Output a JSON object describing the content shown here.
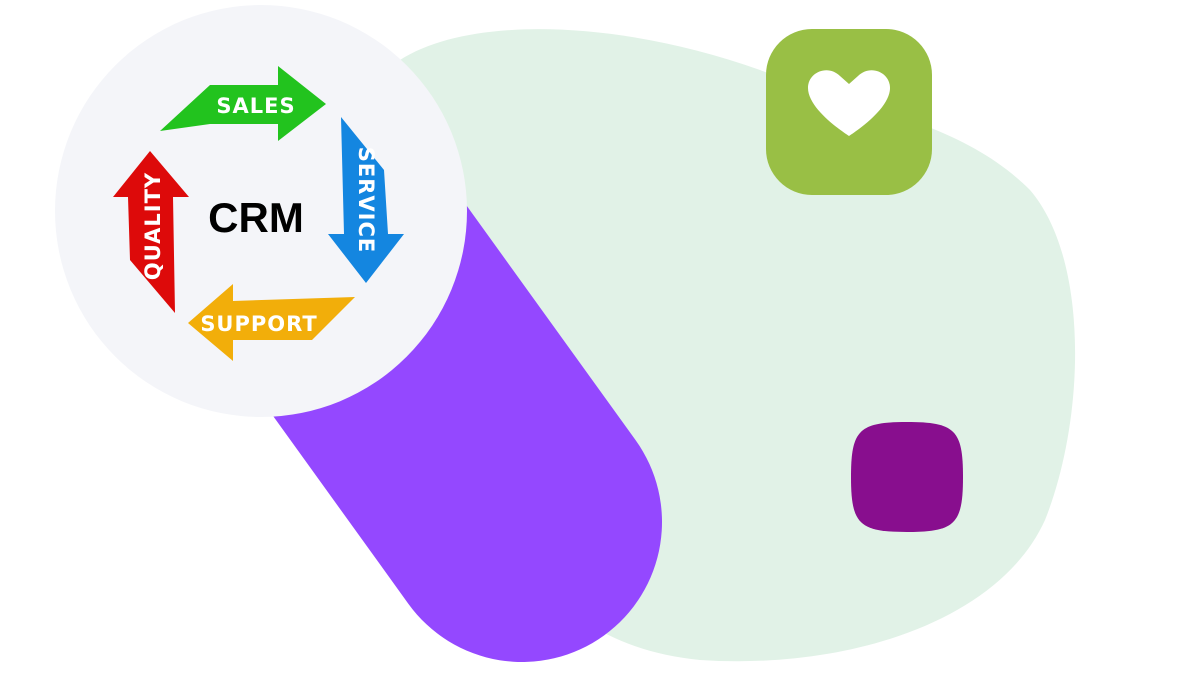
{
  "diagram": {
    "center_label": "CRM",
    "steps": [
      {
        "label": "SALES",
        "color": "#22C31E"
      },
      {
        "label": "SERVICE",
        "color": "#1486E0"
      },
      {
        "label": "SUPPORT",
        "color": "#F2AE0A"
      },
      {
        "label": "QUALITY",
        "color": "#DD0A0A"
      }
    ]
  },
  "colors": {
    "blob": "#E1F2E7",
    "capsule": "#9448FF",
    "heart_tile": "#99BF45",
    "purple_tile": "#880E8E",
    "circle": "#F4F5F9"
  },
  "icons": [
    "heart-icon"
  ]
}
